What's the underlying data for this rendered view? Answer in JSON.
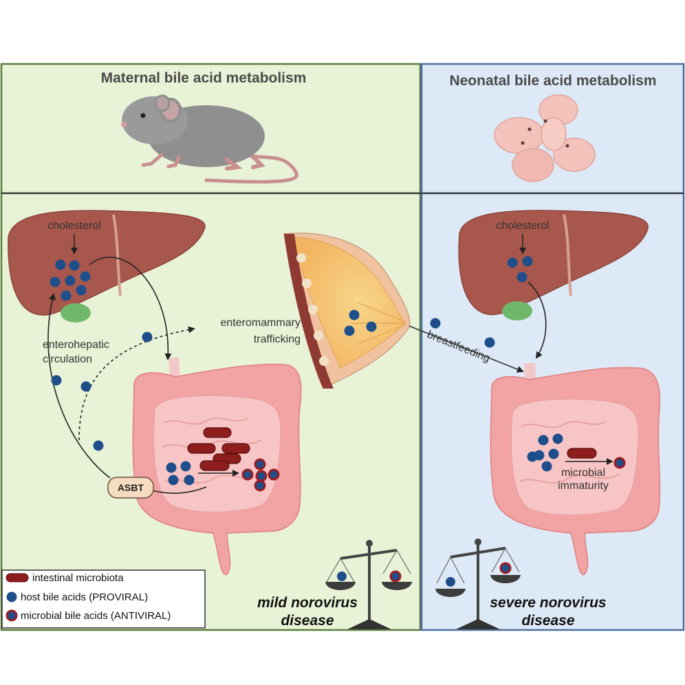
{
  "panels": {
    "maternal_title": "Maternal bile acid metabolism",
    "neonatal_title": "Neonatal bile acid metabolism"
  },
  "labels": {
    "cholesterol_left": "cholesterol",
    "cholesterol_right": "cholesterol",
    "enterohepatic_line1": "enterohepatic",
    "enterohepatic_line2": "circulation",
    "enteromammary_line1": "enteromammary",
    "enteromammary_line2": "trafficking",
    "breastfeeding": "breastfeeding",
    "asbt": "ASBT",
    "microbial_line1": "microbial",
    "microbial_line2": "immaturity"
  },
  "legend": {
    "microbiota": "intestinal microbiota",
    "host_bile_acids": "host bile acids (PROVIRAL)",
    "microbial_bile_acids": "microbial bile acids (ANTIVIRAL)"
  },
  "outcomes": {
    "mild_line1": "mild norovirus",
    "mild_line2": "disease",
    "severe_line1": "severe norovirus",
    "severe_line2": "disease"
  },
  "colors": {
    "maternal_bg": "#e8f2d6",
    "neonatal_bg": "#dde9f6",
    "maternal_border": "#5a7d3a",
    "neonatal_border": "#4b6fa0",
    "host_bile_acid": "#1f4f8a",
    "microbial_ring": "#9b1c22",
    "microbiota": "#8e1d1d",
    "liver": "#a8574c",
    "gallbladder": "#6fb86a",
    "intestine": "#f2a4a4"
  }
}
